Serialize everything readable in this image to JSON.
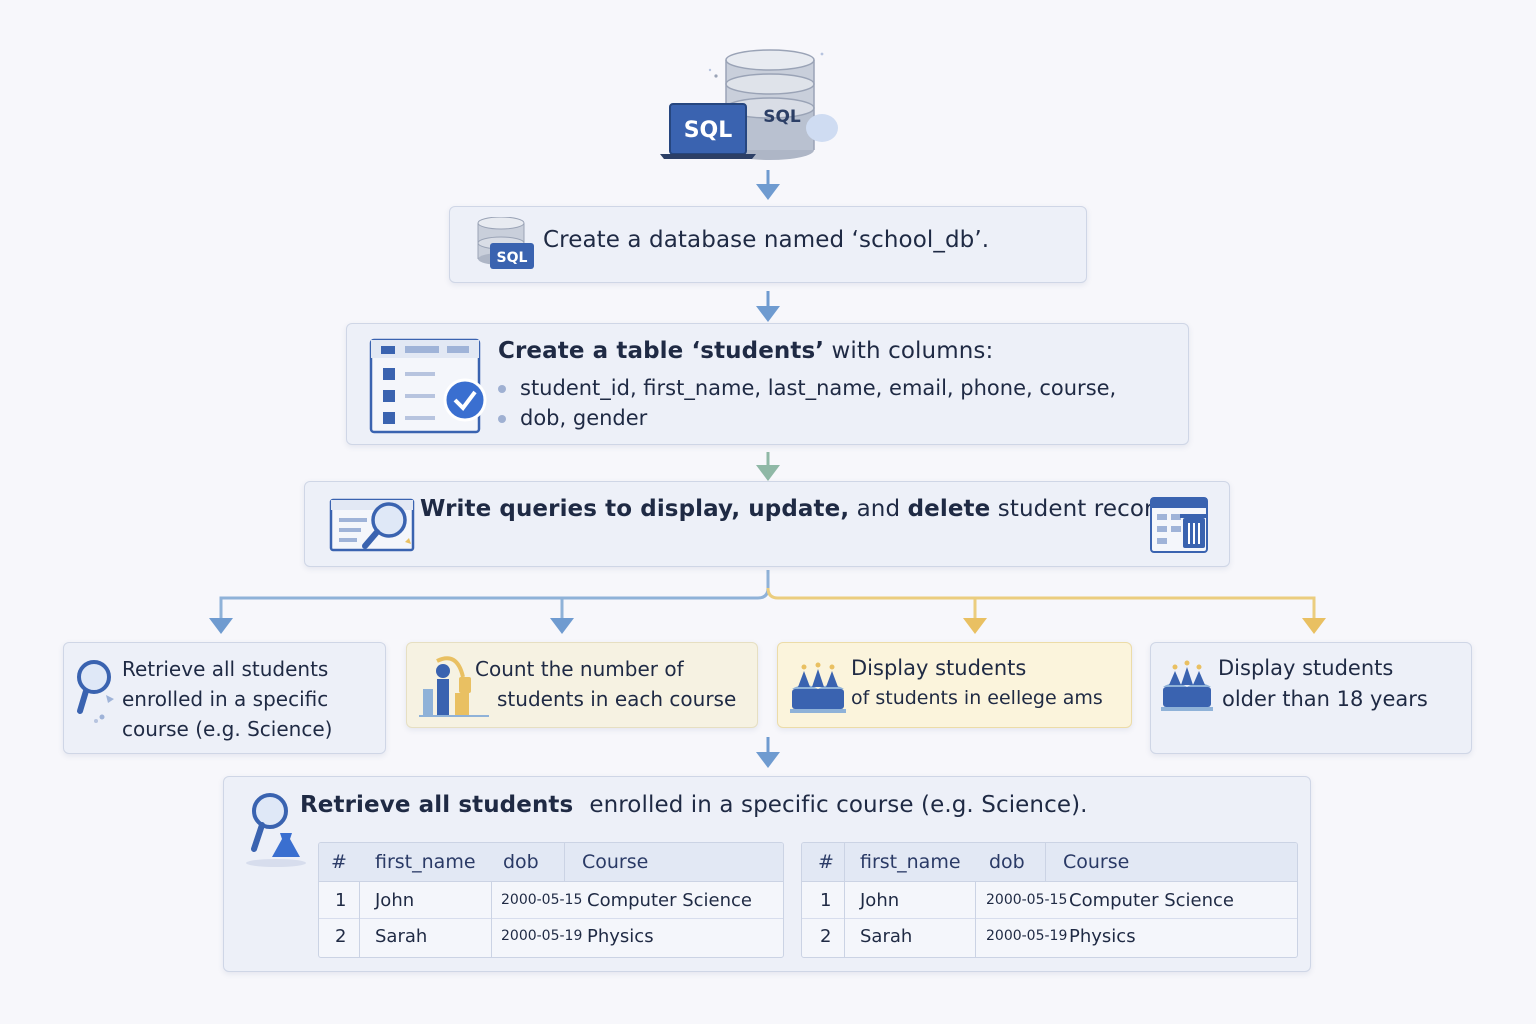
{
  "hero": {
    "label_screen": "SQL",
    "label_db": "SQL"
  },
  "step1": {
    "icon_label": "SQL",
    "text": "Create a database named ‘school_db’."
  },
  "step2": {
    "title_bold": "Create a table ‘students’",
    "title_rest": " with columns:",
    "bullets": [
      "student_id, first_name, last_name, email, phone, course,",
      "dob, gender"
    ]
  },
  "step3": {
    "w1": "Write queries to display, update,",
    "w2": " and ",
    "w3": "delete",
    "w4": " student records."
  },
  "branches": [
    {
      "lines": [
        "Retrieve all students",
        "enrolled in a specific",
        "course (e.g. Science)"
      ]
    },
    {
      "lines": [
        "Count the number of",
        "students in each course"
      ]
    },
    {
      "lines": [
        "Display students",
        "of students in eellege ams"
      ]
    },
    {
      "lines": [
        "Display students",
        "older than 18 years"
      ]
    }
  ],
  "result": {
    "title_bold": "Retrieve all students",
    "title_rest": "enrolled in a specific course (e.g. Science).",
    "tables": [
      {
        "headers": [
          "#",
          "first_name",
          "dob",
          "Course"
        ],
        "rows": [
          [
            "1",
            "John",
            "2000-05-15",
            "Computer Science"
          ],
          [
            "2",
            "Sarah",
            "2000-05-19",
            "Physics"
          ]
        ]
      },
      {
        "headers": [
          "#",
          "first_name",
          "dob",
          "Course"
        ],
        "rows": [
          [
            "1",
            "John",
            "2000-05-15",
            "Computer Science"
          ],
          [
            "2",
            "Sarah",
            "2000-05-19",
            "Physics"
          ]
        ]
      }
    ]
  },
  "colors": {
    "arrow_blue": "#6f9bd0",
    "arrow_green": "#8fb8a6",
    "arrow_yellow": "#e9c062",
    "brand_blue": "#3a63b0"
  }
}
